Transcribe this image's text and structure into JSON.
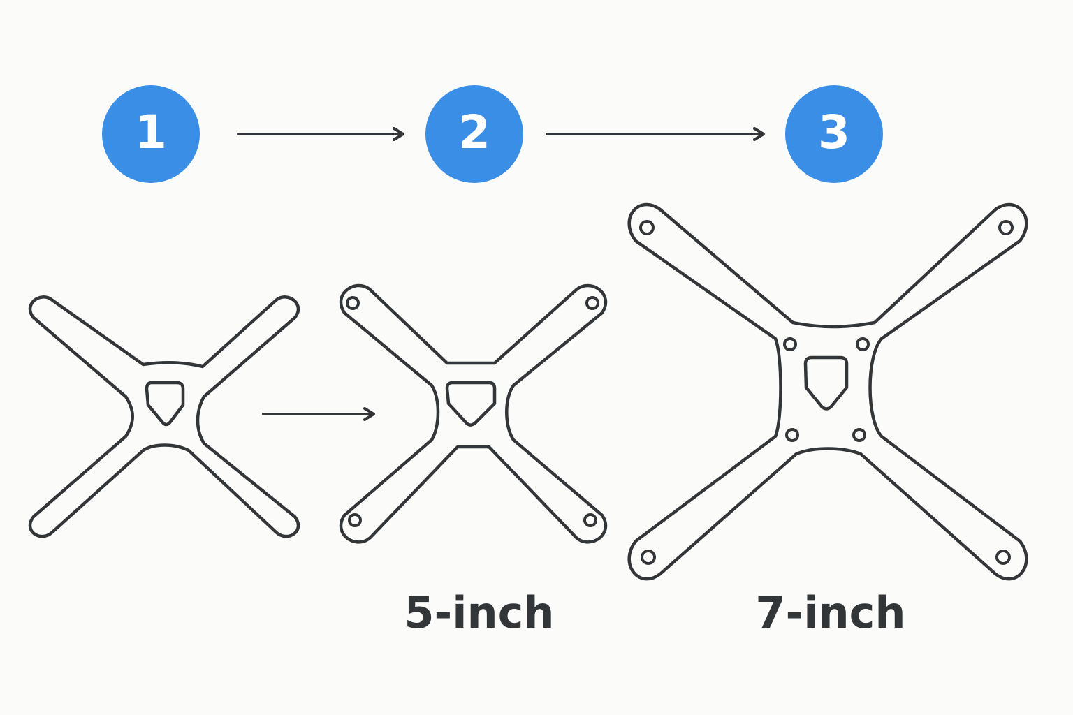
{
  "steps": [
    {
      "label": "1"
    },
    {
      "label": "2"
    },
    {
      "label": "3"
    }
  ],
  "frames": [
    {
      "label": ""
    },
    {
      "label": "5-inch"
    },
    {
      "label": "7-inch"
    }
  ],
  "colors": {
    "background": "#fbfbf9",
    "step_circle": "#3a8ee6",
    "step_text": "#ffffff",
    "line": "#333638",
    "label_text": "#333638"
  }
}
